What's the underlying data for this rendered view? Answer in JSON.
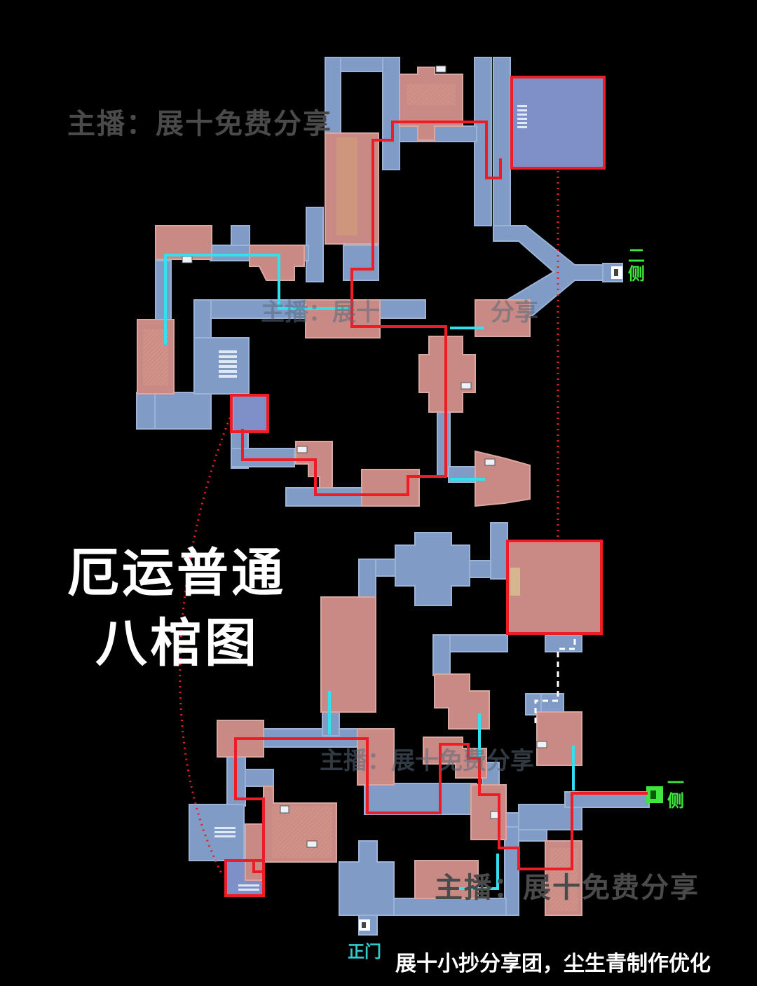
{
  "watermarks": {
    "top": "主播：展十免费分享",
    "bottom": "主播：展十免费分享",
    "faint_upper": "主播：展十",
    "faint_upper_right": "分享",
    "faint_lower": "主播：展十免费分享"
  },
  "title": {
    "line1": "厄运普通",
    "line2": "八棺图"
  },
  "exits": {
    "upper_side": {
      "line1": "二",
      "line2": "侧"
    },
    "lower_side": {
      "line1": "一",
      "line2": "侧"
    }
  },
  "main_gate": "正门",
  "credit": "展十小抄分享团，尘生青制作优化",
  "colors": {
    "background": "#000000",
    "corridor": "#7f9bc6",
    "room": "#c98a86",
    "room_hatch": "#d9967a",
    "route": "#ee1c25",
    "hint_line": "#33e0ee",
    "exit_green": "#3ee63e",
    "watermark": "#4a4a4a"
  },
  "icons": [
    "exit-door-icon",
    "chest-icon",
    "stairs-icon",
    "route-dotted-link"
  ]
}
